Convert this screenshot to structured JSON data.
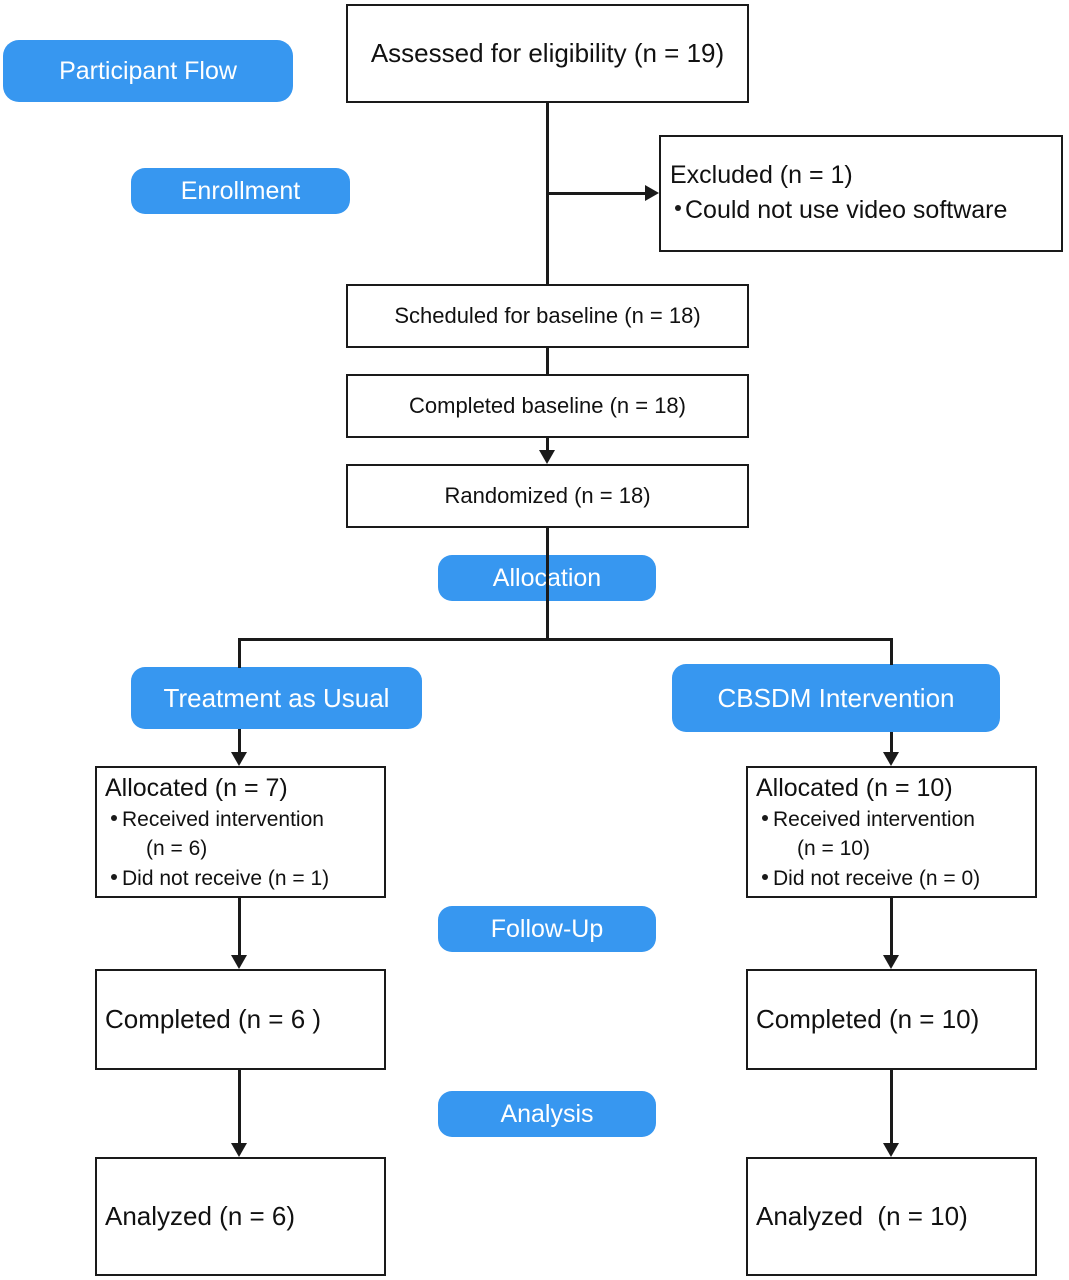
{
  "labels": {
    "participant_flow": "Participant Flow",
    "enrollment": "Enrollment",
    "allocation": "Allocation",
    "follow_up": "Follow-Up",
    "analysis": "Analysis",
    "tau": "Treatment as Usual",
    "cbsdm": "CBSDM Intervention"
  },
  "boxes": {
    "assessed": "Assessed for eligibility (n = 19)",
    "excluded_title": "Excluded (n = 1)",
    "excluded_reason": "Could not use video software",
    "scheduled": "Scheduled for baseline (n = 18)",
    "completed_baseline": "Completed baseline (n = 18)",
    "randomized": "Randomized (n = 18)",
    "tau_allocated": "Allocated (n = 7)",
    "tau_received_1": "Received intervention",
    "tau_received_2": "(n = 6)",
    "tau_not_received": "Did not receive (n = 1)",
    "cbsdm_allocated": "Allocated (n = 10)",
    "cbsdm_received_1": "Received intervention",
    "cbsdm_received_2": "(n = 10)",
    "cbsdm_not_received": "Did not receive (n = 0)",
    "tau_completed": "Completed (n = 6 )",
    "cbsdm_completed": "Completed (n = 10)",
    "tau_analyzed": "Analyzed (n = 6)",
    "cbsdm_analyzed": "Analyzed  (n = 10)"
  },
  "colors": {
    "pill": "#3797f0",
    "border": "#1a1a1a"
  }
}
